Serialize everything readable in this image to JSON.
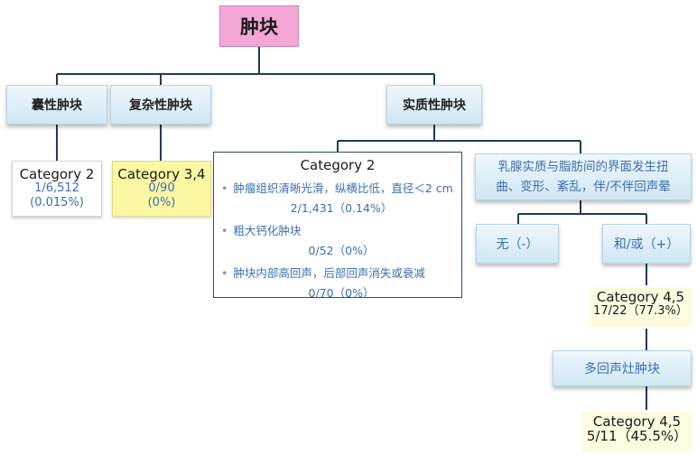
{
  "root": {
    "label": "肿块"
  },
  "categories": {
    "cystic": "囊性肿块",
    "complex": "复杂性肿块",
    "solid": "实质性肿块"
  },
  "cystic_result": {
    "category": "Category 2",
    "fraction": "1/6,512",
    "percent": "(0.015%)"
  },
  "complex_result": {
    "category": "Category 3,4",
    "fraction": "0/90",
    "percent": "(0%)"
  },
  "solid_benign": {
    "title": "Category 2",
    "items": [
      {
        "text": "肿瘤组织清晰光滑，纵横比低，直径＜2 cm",
        "value": "2/1,431（0.14%）"
      },
      {
        "text": "粗大钙化肿块",
        "value": "0/52（0%）"
      },
      {
        "text": "肿块内部高回声，后部回声消失或衰减",
        "value": "0/70（0%）"
      }
    ]
  },
  "interface_feature": {
    "line1": "乳腺实质与脂肪间的界面发生扭",
    "line2": "曲、变形、紊乱，伴/不伴回声晕"
  },
  "options": {
    "no": "无（-）",
    "yes": "和/或（+）"
  },
  "yes_result": {
    "category": "Category 4,5",
    "value": "17/22（77.3%）"
  },
  "echo_node": {
    "label": "多回声灶肿块"
  },
  "final_result": {
    "category": "Category 4,5",
    "value": "5/11（45.5%）"
  }
}
